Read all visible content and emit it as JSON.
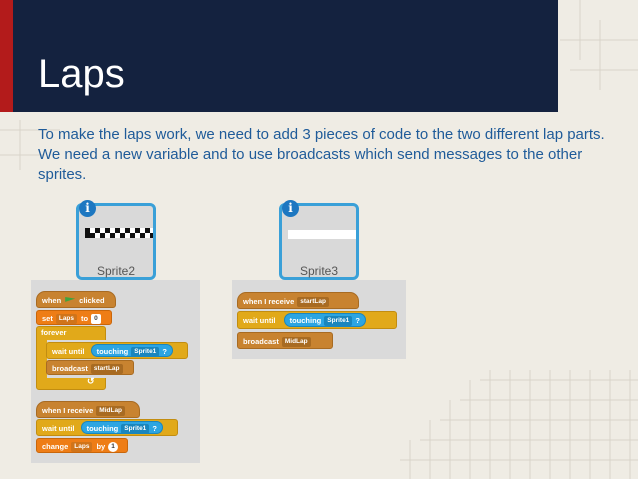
{
  "slide": {
    "title": "Laps",
    "body": "To make the laps work, we need to add 3 pieces of code to the two different lap parts. We need a new variable and to use broadcasts which send messages to the other sprites."
  },
  "sprites": [
    {
      "name": "Sprite2",
      "info_icon": "i"
    },
    {
      "name": "Sprite3",
      "info_icon": "i"
    }
  ],
  "script_left": {
    "script1": {
      "when": "when",
      "clicked": "clicked",
      "set": "set",
      "set_var": "Laps",
      "set_to": "to",
      "set_value": "0",
      "forever": "forever",
      "wait_until": "wait until",
      "touching": "touching",
      "touching_target": "Sprite1",
      "q": "?",
      "broadcast": "broadcast",
      "broadcast_msg": "startLap",
      "loop_arrow": "↺"
    },
    "script2": {
      "when_receive": "when I receive",
      "msg": "MidLap",
      "wait_until": "wait until",
      "touching": "touching",
      "touching_target": "Sprite1",
      "q": "?",
      "change": "change",
      "change_var": "Laps",
      "by": "by",
      "by_value": "1"
    }
  },
  "script_right": {
    "when_receive": "when I receive",
    "msg": "startLap",
    "wait_until": "wait until",
    "touching": "touching",
    "touching_target": "Sprite1",
    "q": "?",
    "broadcast": "broadcast",
    "broadcast_msg": "MidLap"
  }
}
